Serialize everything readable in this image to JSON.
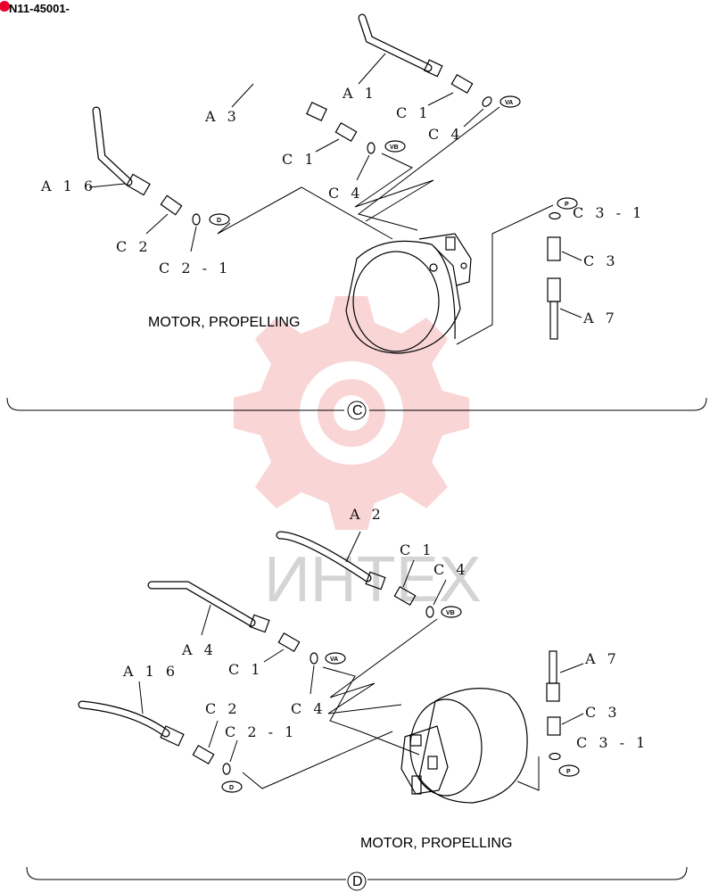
{
  "page_ref": "N11-45001-",
  "accent_color": "#e8002a",
  "watermark": {
    "text": "ИНТЕХ",
    "color": "#f5b3b3"
  },
  "section_c": {
    "title": "MOTOR, PROPELLING",
    "marker": "C",
    "labels": {
      "a3": "A 3",
      "a1": "A 1",
      "a16": "A 1 6",
      "c1_top": "C 1",
      "c1_mid": "C 1",
      "c4_top": "C 4",
      "c4_mid": "C 4",
      "c2": "C 2",
      "c2_1": "C 2 - 1",
      "c3_1": "C 3 - 1",
      "c3": "C 3",
      "a7": "A 7"
    },
    "tags": {
      "va": "VA",
      "vb": "VB",
      "d": "D",
      "p": "P"
    }
  },
  "section_d": {
    "title": "MOTOR, PROPELLING",
    "marker": "D",
    "labels": {
      "a2": "A 2",
      "c1_top": "C 1",
      "c4_top": "C 4",
      "a4": "A 4",
      "c1_mid": "C 1",
      "c4_mid": "C 4",
      "a16": "A 1 6",
      "c2": "C 2",
      "c2_1": "C 2 - 1",
      "a7": "A 7",
      "c3": "C 3",
      "c3_1": "C 3 - 1"
    },
    "tags": {
      "va": "VA",
      "vb": "VB",
      "d": "D",
      "p": "P"
    }
  }
}
